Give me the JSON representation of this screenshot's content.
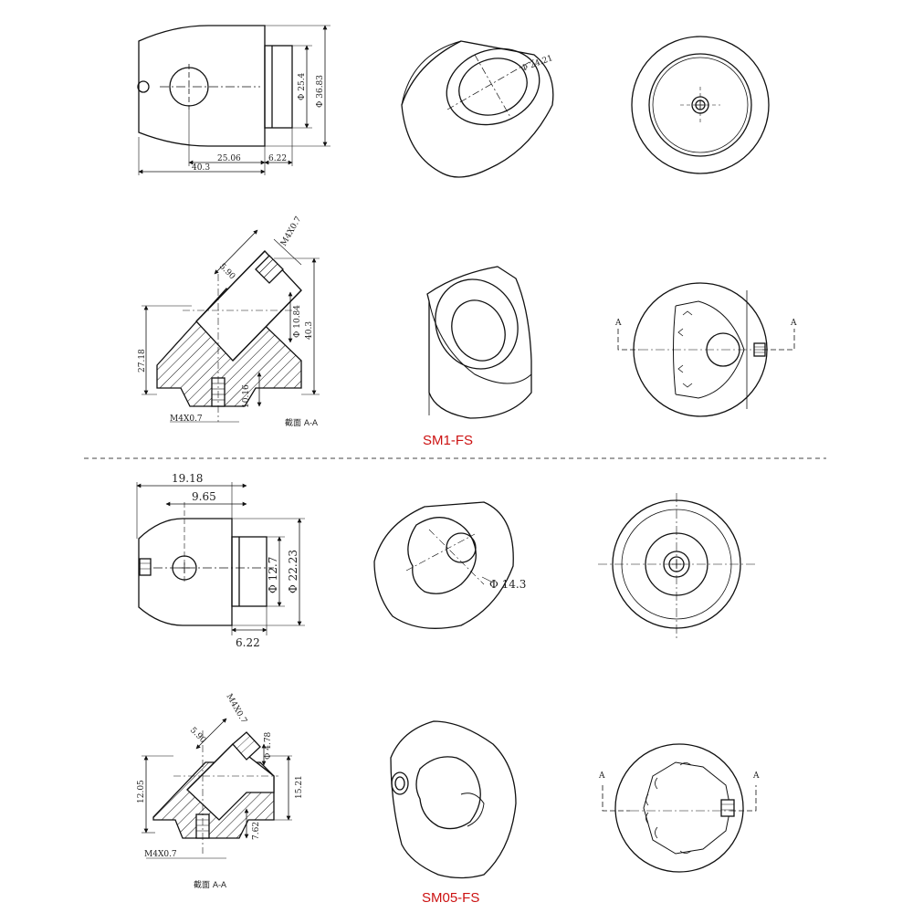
{
  "colors": {
    "line": "#111111",
    "label": "#cc1111",
    "divider": "#444444",
    "shade": "#dddddd"
  },
  "sm1": {
    "name": "SM1-FS",
    "side_view": {
      "d_inner": "Φ 25.4",
      "d_outer": "Φ 36.83",
      "len_a": "25.06",
      "len_b": "6.22",
      "len_total": "40.3"
    },
    "iso_view": {
      "bore": "Φ 24.21"
    },
    "section": {
      "thread_top": "M4X0.7",
      "dim_590": "5.90",
      "d_bore": "Φ 10.84",
      "height": "40.3",
      "left": "27.18",
      "bottom": "10.16",
      "thread_bottom": "M4X0.7",
      "caption": "截面 A-A"
    },
    "top_view": {
      "mark_left": "A",
      "mark_right": "A"
    }
  },
  "sm05": {
    "name": "SM05-FS",
    "side_view": {
      "len_total": "19.18",
      "len_half": "9.65",
      "d_inner": "Φ 12.7",
      "d_outer": "Φ 22.23",
      "len_b": "6.22"
    },
    "iso_view": {
      "bore": "Φ 14.3"
    },
    "section": {
      "thread_top": "M4X0.7",
      "d_small": "Φ 4.78",
      "dim_590": "5.90",
      "left": "12.05",
      "right": "15.21",
      "bottom": "7.62",
      "thread_bottom": "M4X0.7",
      "caption": "截面  A-A"
    },
    "top_view": {
      "mark_left": "A",
      "mark_right": "A"
    }
  }
}
